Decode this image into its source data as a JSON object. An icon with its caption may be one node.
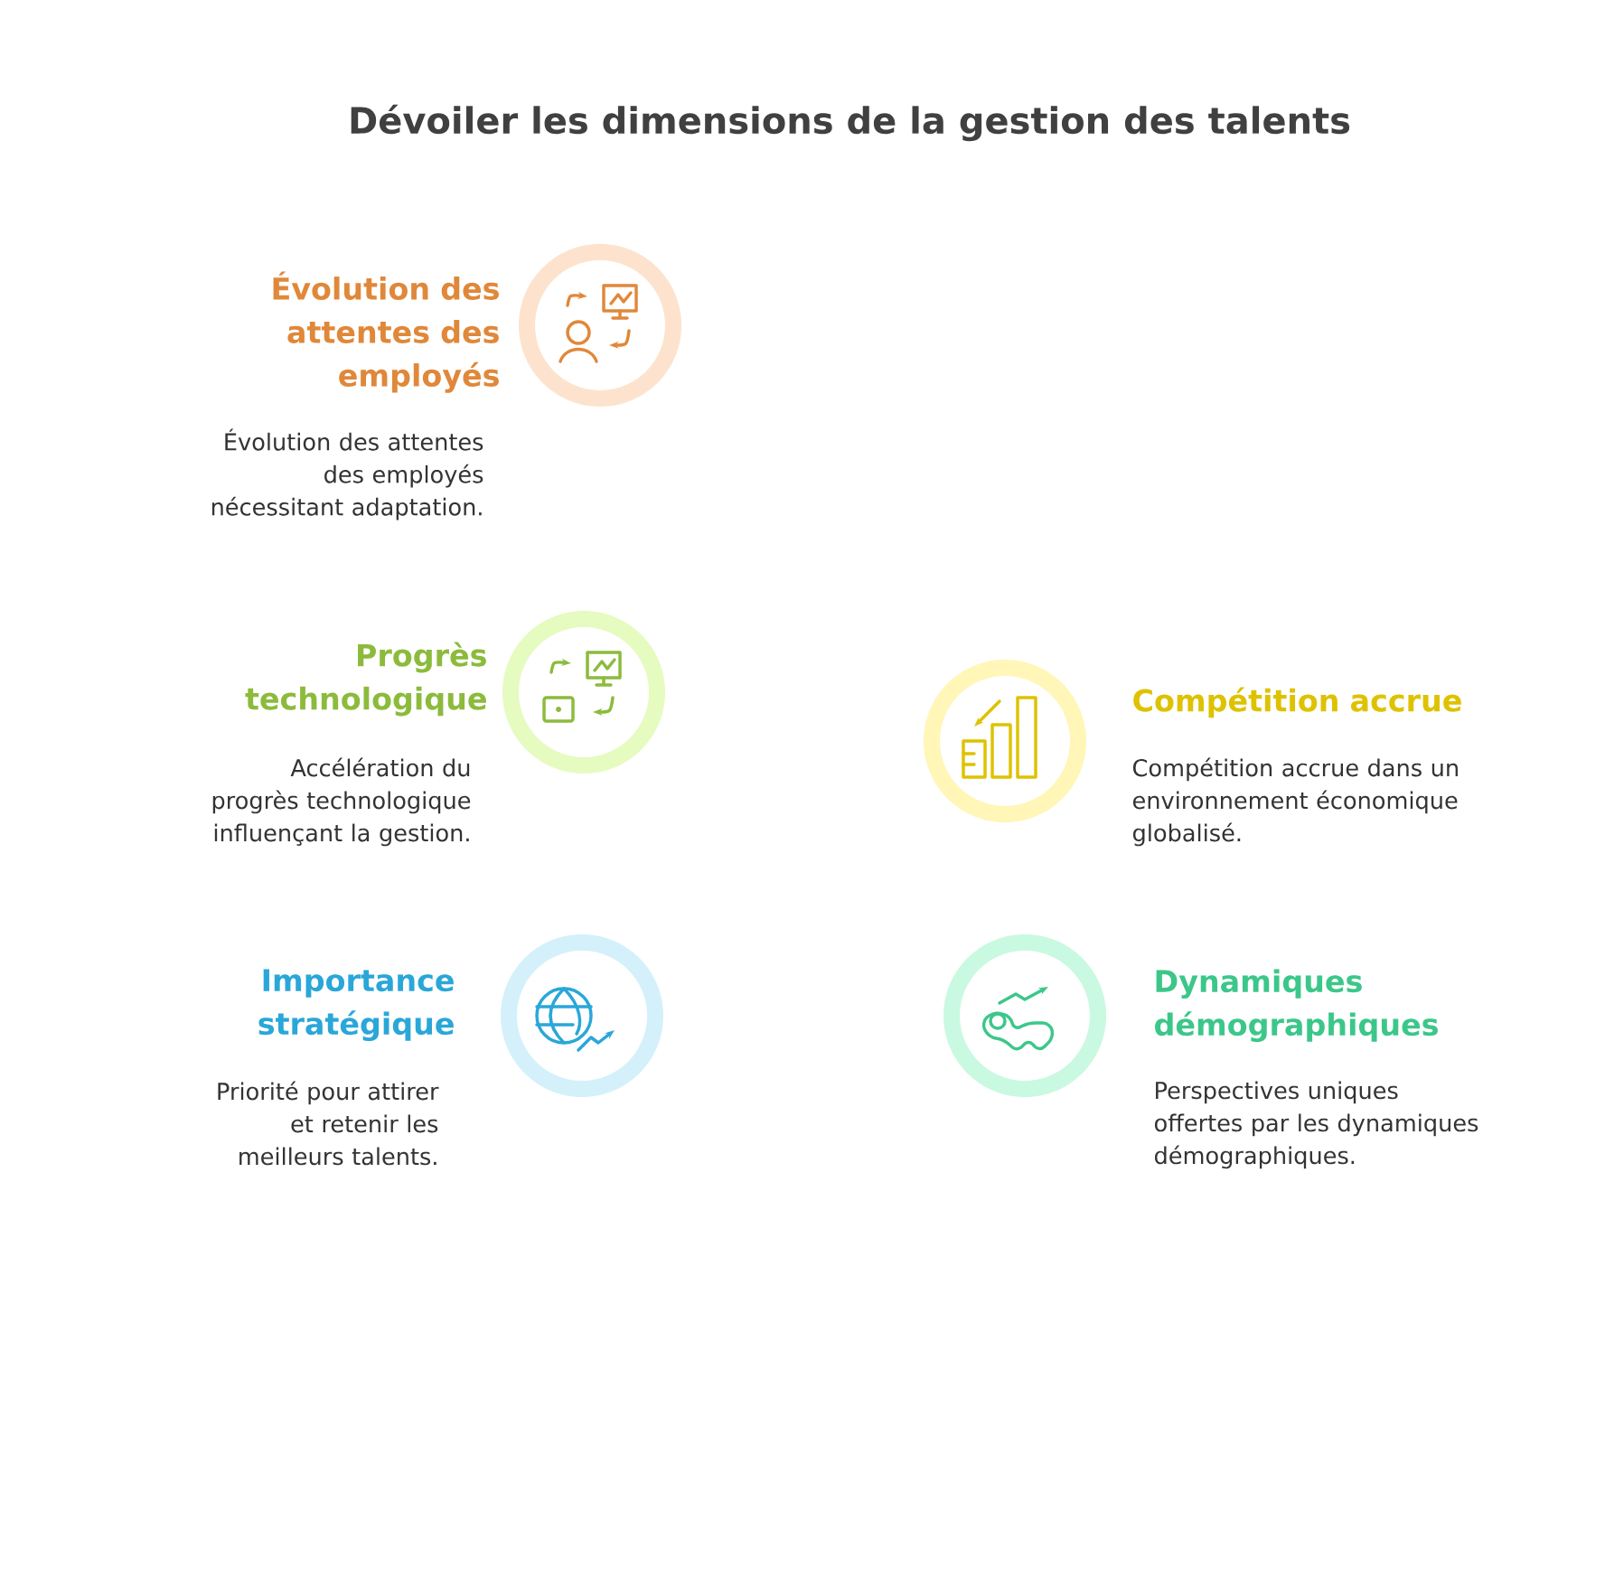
{
  "diagram": {
    "title": "Dévoiler les dimensions de la gestion des talents",
    "nodes": [
      {
        "text": [
          "Évolution des attentes des employés",
          "Évolution des attentes des employés nécessitant adaptation."
        ]
      },
      {
        "text": [
          "Progrès technologique",
          "Accélération du progrès technologique influençant la gestion."
        ]
      },
      {
        "text": [
          "Compétition accrue",
          "Compétition accrue dans un environnement économique globalisé."
        ]
      },
      {
        "text": [
          "Importance stratégique",
          "Priorité pour attirer et retenir les meilleurs talents."
        ]
      },
      {
        "text": [
          "Dynamiques démographiques",
          "Perspectives uniques offertes par les dynamiques démographiques."
        ]
      }
    ]
  }
}
